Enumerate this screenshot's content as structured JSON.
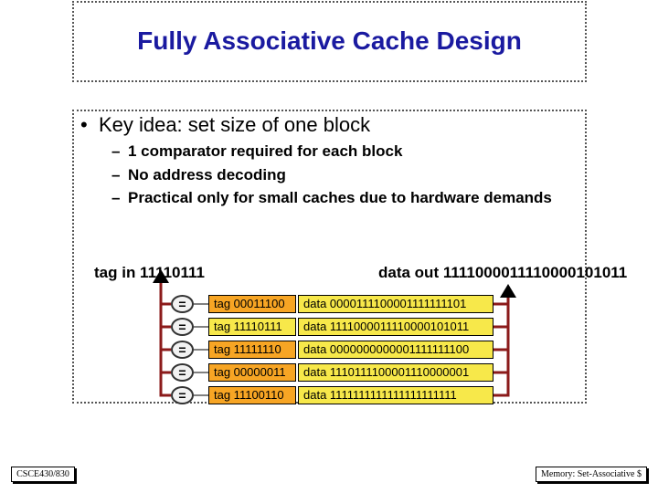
{
  "title": "Fully Associative Cache Design",
  "bullet": "Key idea: set size of one block",
  "sub_points": [
    "1 comparator required for each block",
    "No address decoding",
    "Practical only for small caches due to hardware demands"
  ],
  "tag_in_label": "tag in 11110111",
  "data_out_label": "data out 1111000011110000101011",
  "comparator_symbol": "=",
  "rows": [
    {
      "tag": "tag 00011100",
      "data": "data 0000111100001111111101"
    },
    {
      "tag": "tag 11110111",
      "data": "data 1111000011110000101011"
    },
    {
      "tag": "tag 11111110",
      "data": "data 0000000000001111111100"
    },
    {
      "tag": "tag 00000011",
      "data": "data 1110111100001110000001"
    },
    {
      "tag": "tag 11100110",
      "data": "data 1111111111111111111111"
    }
  ],
  "footer_left": "CSCE430/830",
  "footer_right": "Memory: Set-Associative $",
  "colors": {
    "title": "#1a1aa0",
    "tag_cell": "#f7a524",
    "data_cell": "#f7e84a",
    "wire": "#8b1a1a"
  }
}
